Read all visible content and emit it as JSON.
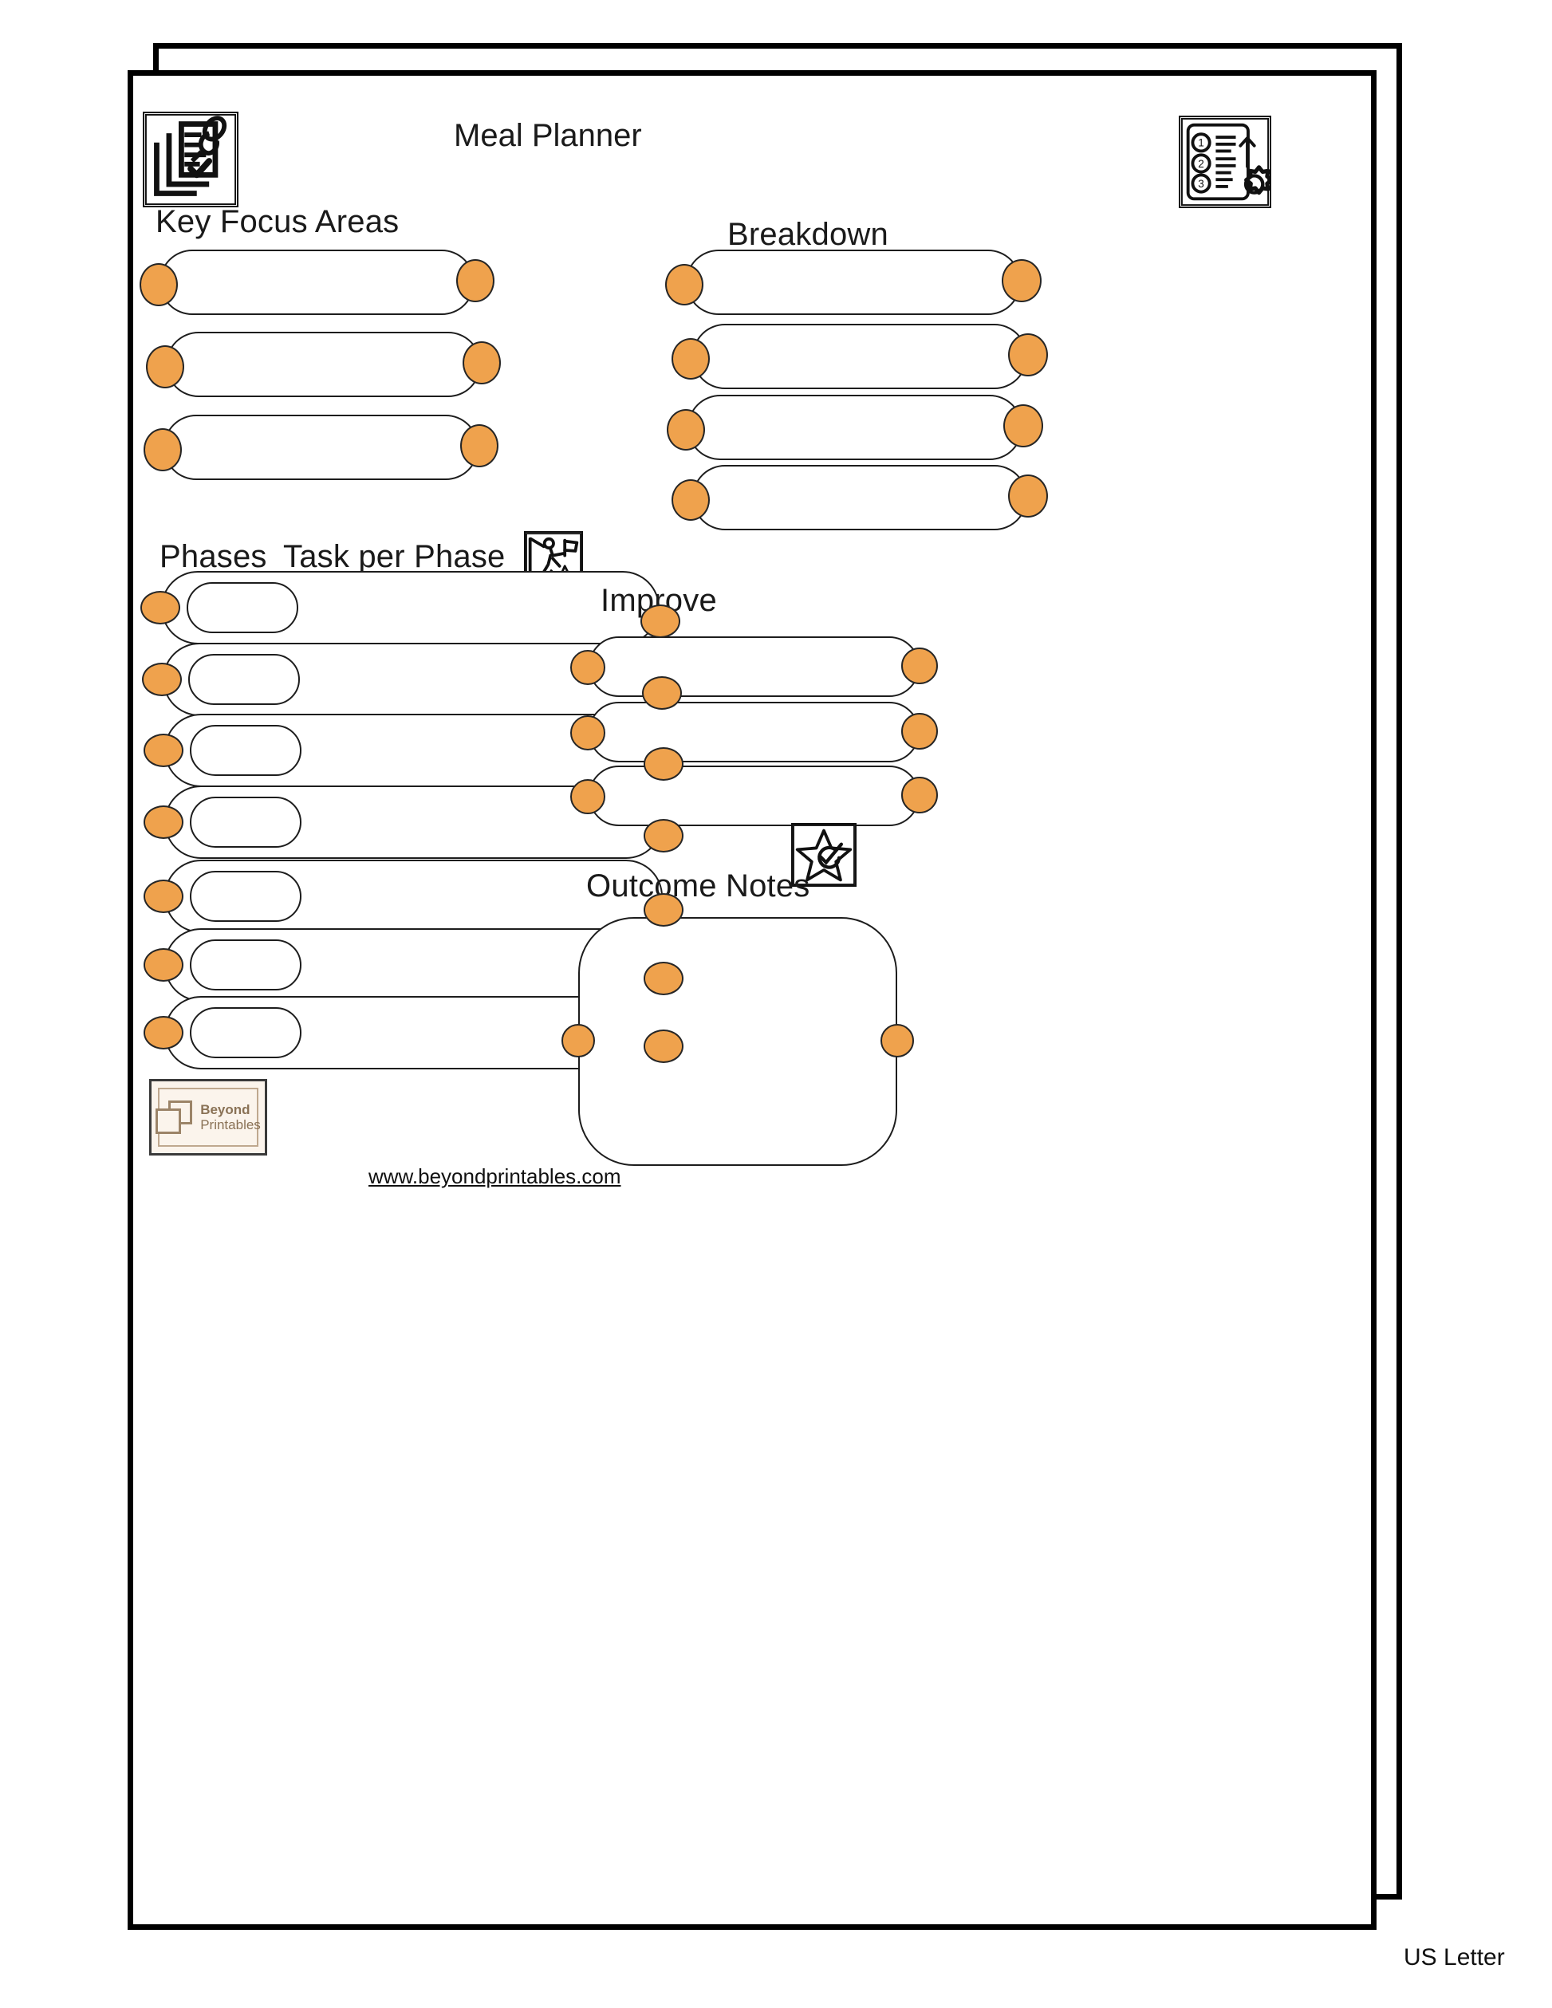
{
  "page": {
    "title": "Meal Planner",
    "paper_size": "US Letter",
    "website": "www.beyondprintables.com",
    "accent_color": "#efa24d",
    "line_color": "#1d1d1d",
    "logo_bg": "#fbf4ec",
    "logo_text_color": "#8a7256"
  },
  "brand": {
    "line1": "Beyond",
    "line2": "Printables"
  },
  "sections": {
    "key_focus": {
      "heading": "Key Focus Areas",
      "icon": "checklist-pin-icon",
      "fields": [
        "",
        "",
        ""
      ]
    },
    "breakdown": {
      "heading": "Breakdown",
      "icon": "numbered-list-gear-icon",
      "fields": [
        "",
        "",
        "",
        ""
      ]
    },
    "phases": {
      "heading": "Phases",
      "task_heading": "Task per Phase",
      "icon": "mountain-climber-flag-icon",
      "rows": [
        {
          "phase": "",
          "task": ""
        },
        {
          "phase": "",
          "task": ""
        },
        {
          "phase": "",
          "task": ""
        },
        {
          "phase": "",
          "task": ""
        },
        {
          "phase": "",
          "task": ""
        },
        {
          "phase": "",
          "task": ""
        },
        {
          "phase": "",
          "task": ""
        }
      ]
    },
    "improve": {
      "heading": "Improve",
      "fields": [
        "",
        "",
        ""
      ]
    },
    "outcome_notes": {
      "heading": "Outcome Notes",
      "icon": "star-check-icon",
      "value": ""
    }
  }
}
